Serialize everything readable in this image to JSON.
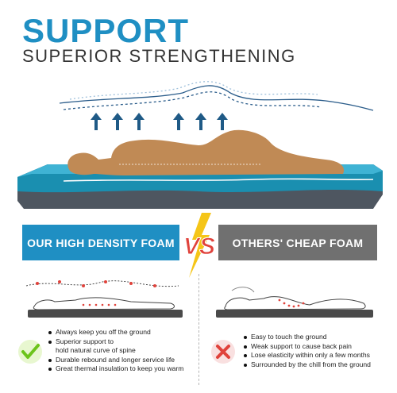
{
  "header": {
    "title": "SUPPORT",
    "subtitle": "SUPERIOR STRENGTHENING"
  },
  "comparison": {
    "ours_label": "OUR HIGH DENSITY FOAM",
    "vs_label": "VS",
    "others_label": "OTHERS' CHEAP FOAM"
  },
  "ours": {
    "icon": "check-icon",
    "features": [
      "Always keep you off the ground",
      "Superior support to",
      "hold natural curve of spine",
      "Durable rebound and longer service life",
      "Great thermal insulation to keep you warm"
    ]
  },
  "others": {
    "icon": "cross-icon",
    "features": [
      "Easy to touch the ground",
      "Weak support to cause back pain",
      "Lose elasticity within only a few months",
      "Surrounded by the chill from the ground"
    ]
  },
  "colors": {
    "brand_blue": "#1f8fc3",
    "teal_foam": "#1a8fb0",
    "body_tan": "#c08a55",
    "grey_badge": "#707070",
    "accent_red": "#e0423b",
    "accent_yellow": "#f5c518",
    "check_green": "#6cc41b"
  }
}
